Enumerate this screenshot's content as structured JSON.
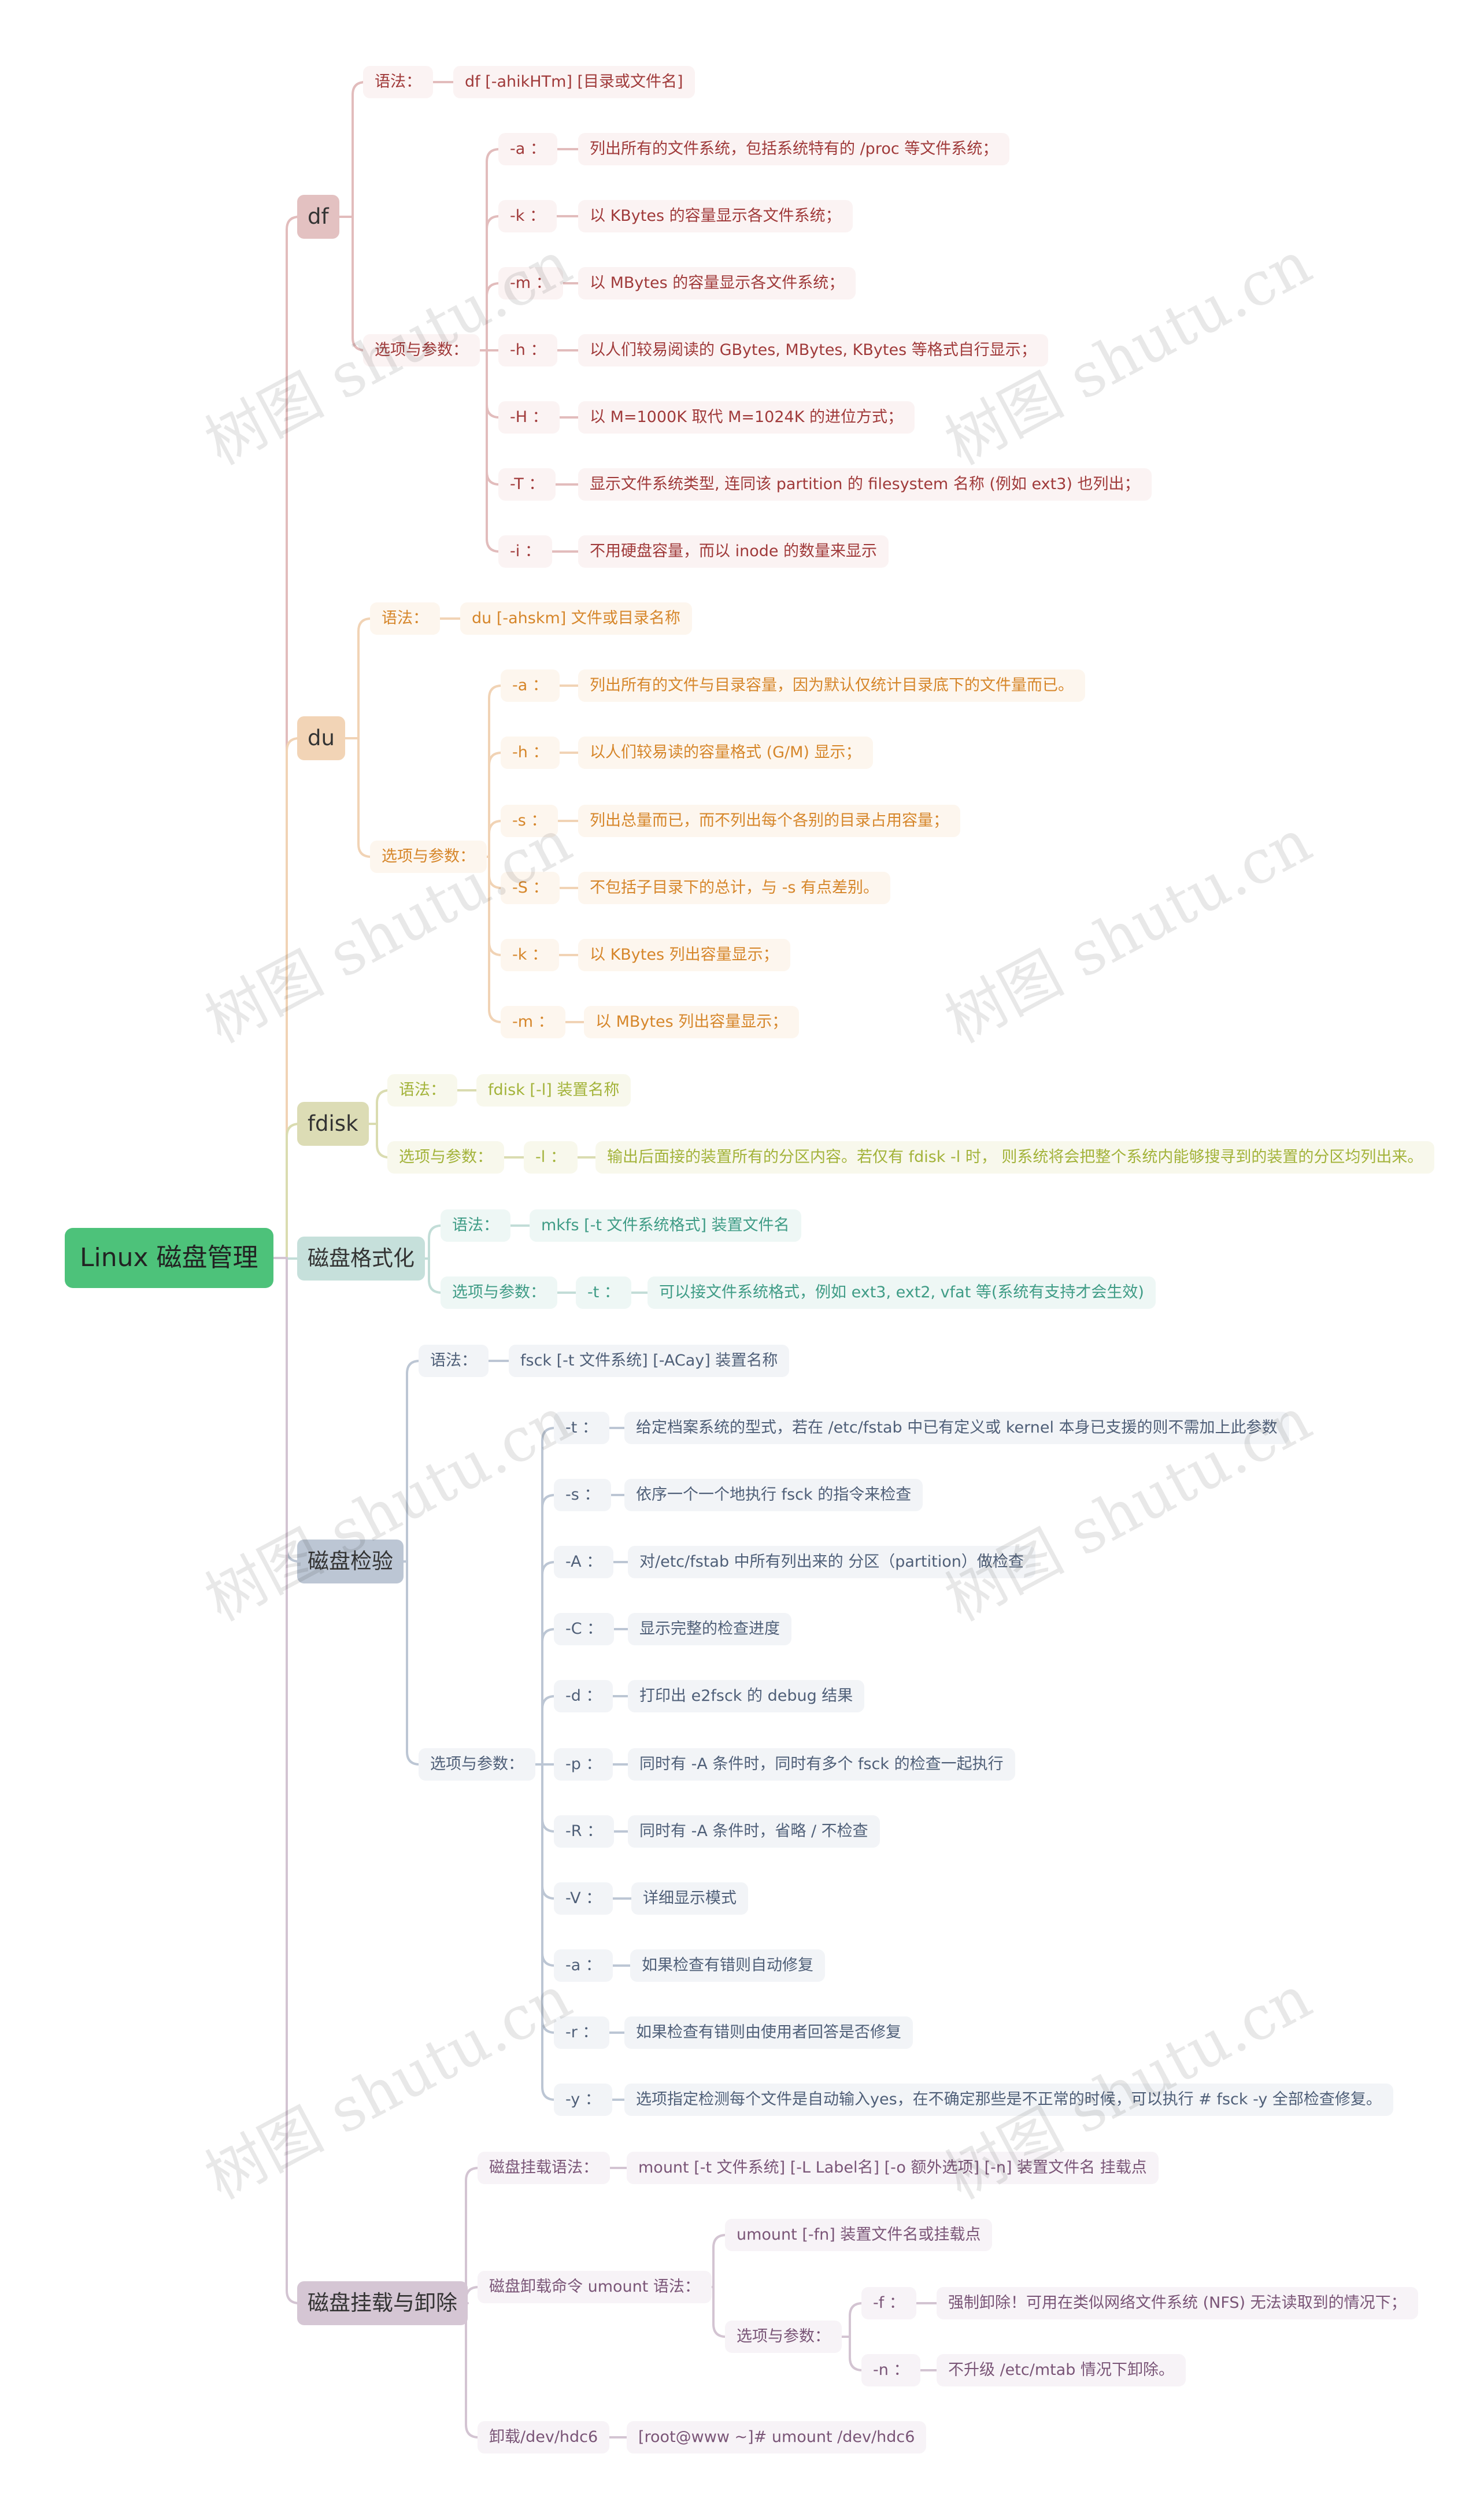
{
  "root": {
    "label": "Linux 磁盘管理"
  },
  "watermark": "树图 shutu.cn",
  "colors": {
    "root": "#4dc27a",
    "df": {
      "main": "#e3c1c1",
      "light": "#fbf3f3",
      "text": "#a03a3a",
      "line": "#e2bcbc"
    },
    "du": {
      "main": "#f2d4b6",
      "light": "#fdf6ee",
      "text": "#d6862a",
      "line": "#f1d3b5"
    },
    "fdisk": {
      "main": "#dcdcb5",
      "light": "#f8f8ec",
      "text": "#a3b33a",
      "line": "#dadcb0"
    },
    "mkfs": {
      "main": "#c6e0db",
      "light": "#eef7f5",
      "text": "#3f9c86",
      "line": "#c2ddd7"
    },
    "fsck": {
      "main": "#bcc6d4",
      "light": "#f2f4f7",
      "text": "#4f5f78",
      "line": "#bcc6d4"
    },
    "mount": {
      "main": "#d5c6d4",
      "light": "#f7f3f7",
      "text": "#7a5577",
      "line": "#d3c4d2"
    }
  },
  "branches": {
    "df": {
      "label": "df",
      "syntax_label": "语法：",
      "syntax_value": "df [-ahikHTm] [目录或文件名]",
      "options_label": "选项与参数：",
      "options": [
        {
          "flag": "-a ：",
          "desc": "列出所有的文件系统，包括系统特有的 /proc 等文件系统；"
        },
        {
          "flag": "-k ：",
          "desc": "以 KBytes 的容量显示各文件系统；"
        },
        {
          "flag": "-m ：",
          "desc": "以 MBytes 的容量显示各文件系统；"
        },
        {
          "flag": "-h ：",
          "desc": "以人们较易阅读的 GBytes, MBytes, KBytes 等格式自行显示；"
        },
        {
          "flag": "-H ：",
          "desc": "以 M=1000K 取代 M=1024K 的进位方式；"
        },
        {
          "flag": "-T ：",
          "desc": "显示文件系统类型, 连同该 partition 的 filesystem 名称 (例如 ext3) 也列出；"
        },
        {
          "flag": "-i ：",
          "desc": "不用硬盘容量，而以 inode 的数量来显示"
        }
      ]
    },
    "du": {
      "label": "du",
      "syntax_label": "语法：",
      "syntax_value": "du [-ahskm] 文件或目录名称",
      "options_label": "选项与参数：",
      "options": [
        {
          "flag": "-a ：",
          "desc": "列出所有的文件与目录容量，因为默认仅统计目录底下的文件量而已。"
        },
        {
          "flag": "-h ：",
          "desc": "以人们较易读的容量格式 (G/M) 显示；"
        },
        {
          "flag": "-s ：",
          "desc": "列出总量而已，而不列出每个各别的目录占用容量；"
        },
        {
          "flag": "-S ：",
          "desc": "不包括子目录下的总计，与 -s 有点差别。"
        },
        {
          "flag": "-k ：",
          "desc": "以 KBytes 列出容量显示；"
        },
        {
          "flag": "-m ：",
          "desc": "以 MBytes 列出容量显示；"
        }
      ]
    },
    "fdisk": {
      "label": "fdisk",
      "syntax_label": "语法：",
      "syntax_value": "fdisk [-l] 装置名称",
      "options_label": "选项与参数：",
      "option_flag": "-l ：",
      "option_desc": "输出后面接的装置所有的分区内容。若仅有 fdisk -l 时， 则系统将会把整个系统内能够搜寻到的装置的分区均列出来。"
    },
    "mkfs": {
      "label": "磁盘格式化",
      "syntax_label": "语法：",
      "syntax_value": "mkfs [-t 文件系统格式] 装置文件名",
      "options_label": "选项与参数：",
      "option_flag": "-t ：",
      "option_desc": "可以接文件系统格式，例如 ext3, ext2, vfat 等(系统有支持才会生效)"
    },
    "fsck": {
      "label": "磁盘检验",
      "syntax_label": "语法：",
      "syntax_value": "fsck [-t 文件系统] [-ACay] 装置名称",
      "options_label": "选项与参数：",
      "options": [
        {
          "flag": "-t ：",
          "desc": "给定档案系统的型式，若在 /etc/fstab 中已有定义或 kernel 本身已支援的则不需加上此参数"
        },
        {
          "flag": "-s ：",
          "desc": "依序一个一个地执行 fsck 的指令来检查"
        },
        {
          "flag": "-A ：",
          "desc": "对/etc/fstab 中所有列出来的 分区（partition）做检查"
        },
        {
          "flag": "-C ：",
          "desc": "显示完整的检查进度"
        },
        {
          "flag": "-d ：",
          "desc": "打印出 e2fsck 的 debug 结果"
        },
        {
          "flag": "-p ：",
          "desc": "同时有 -A 条件时，同时有多个 fsck 的检查一起执行"
        },
        {
          "flag": "-R ：",
          "desc": "同时有 -A 条件时，省略 / 不检查"
        },
        {
          "flag": "-V ：",
          "desc": "详细显示模式"
        },
        {
          "flag": "-a ：",
          "desc": "如果检查有错则自动修复"
        },
        {
          "flag": "-r ：",
          "desc": "如果检查有错则由使用者回答是否修复"
        },
        {
          "flag": "-y ：",
          "desc": "选项指定检测每个文件是自动输入yes，在不确定那些是不正常的时候，可以执行 # fsck -y 全部检查修复。"
        }
      ]
    },
    "mount": {
      "label": "磁盘挂载与卸除",
      "mount_syntax_label": "磁盘挂载语法：",
      "mount_syntax_value": "mount [-t 文件系统] [-L Label名] [-o 额外选项] [-n]  装置文件名  挂载点",
      "umount_label": "磁盘卸载命令 umount 语法：",
      "umount_syntax": "umount [-fn] 装置文件名或挂载点",
      "umount_options_label": "选项与参数：",
      "umount_options": [
        {
          "flag": "-f ：",
          "desc": "强制卸除！可用在类似网络文件系统 (NFS) 无法读取到的情况下；"
        },
        {
          "flag": "-n ：",
          "desc": "不升级 /etc/mtab 情况下卸除。"
        }
      ],
      "example_label": "卸载/dev/hdc6",
      "example_value": "[root@www ~]# umount /dev/hdc6"
    }
  }
}
